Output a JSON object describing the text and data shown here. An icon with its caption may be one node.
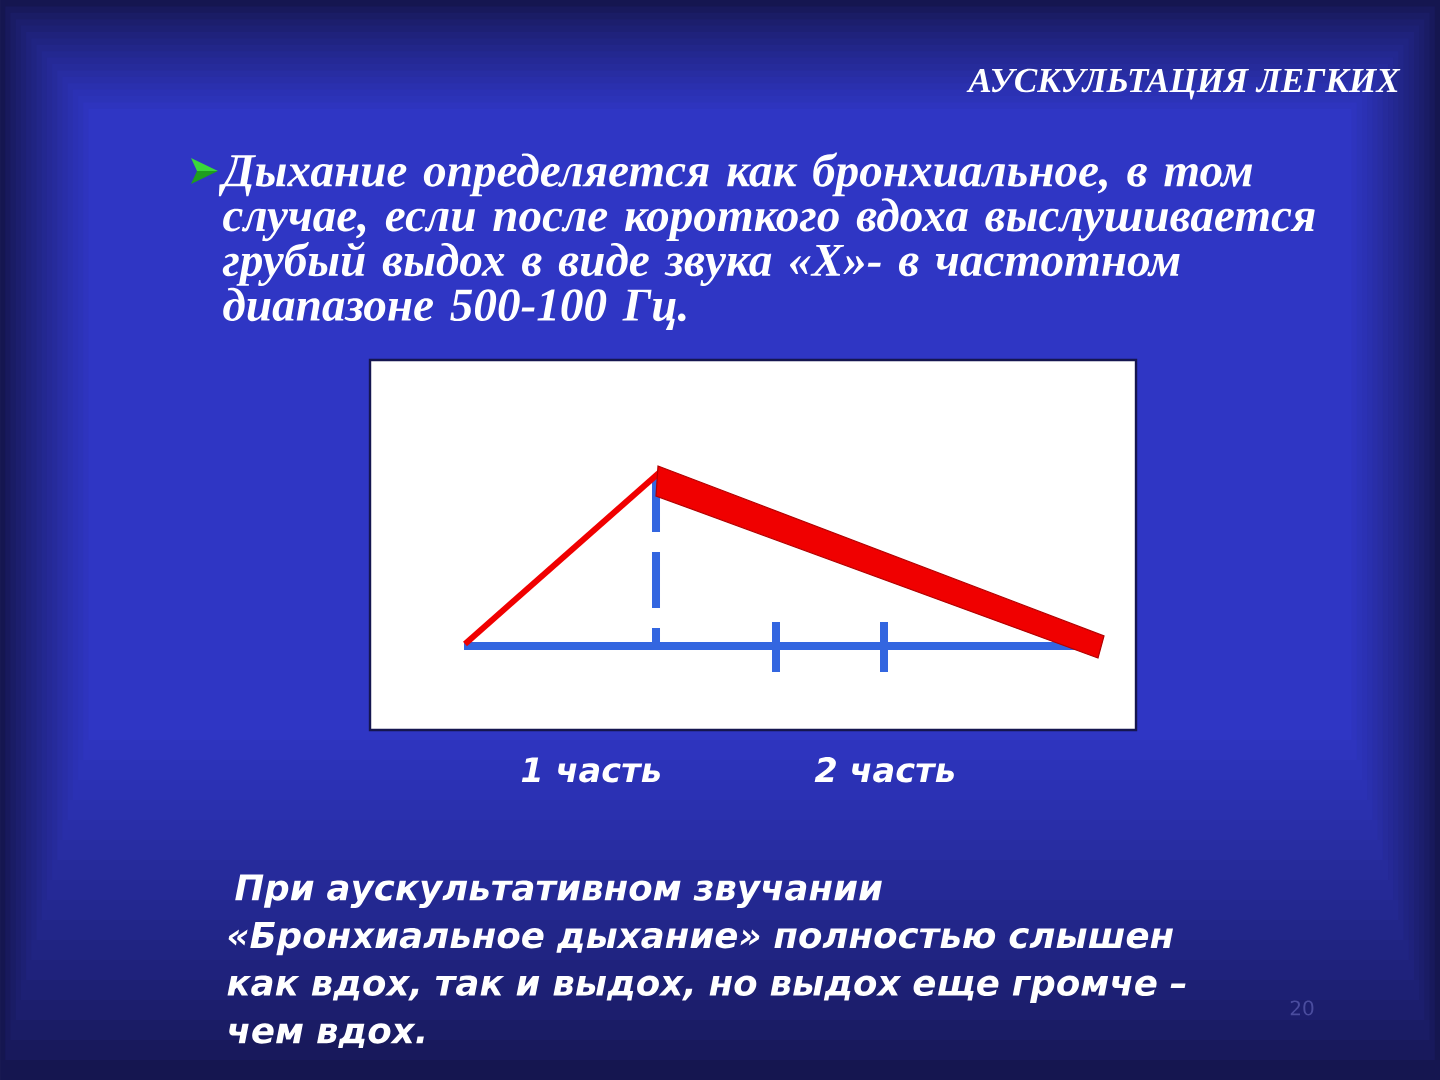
{
  "diagram": {
    "title": "АУСКУЛЬТАЦИЯ ЛЕГКИХ",
    "labels": [
      "Дыхание определяется как бронхиальное, в том случае, если после короткого вдоха выслушивается грубый выдох в виде звука «Х»- в частотном диапазоне 500-100 Гц.",
      "1 часть",
      "2 часть",
      "При аускультативном звучании «Бронхиальное дыхание» полностью слышен как вдох, так и выдох, но выдох еще громче – чем вдох.",
      "20"
    ]
  }
}
